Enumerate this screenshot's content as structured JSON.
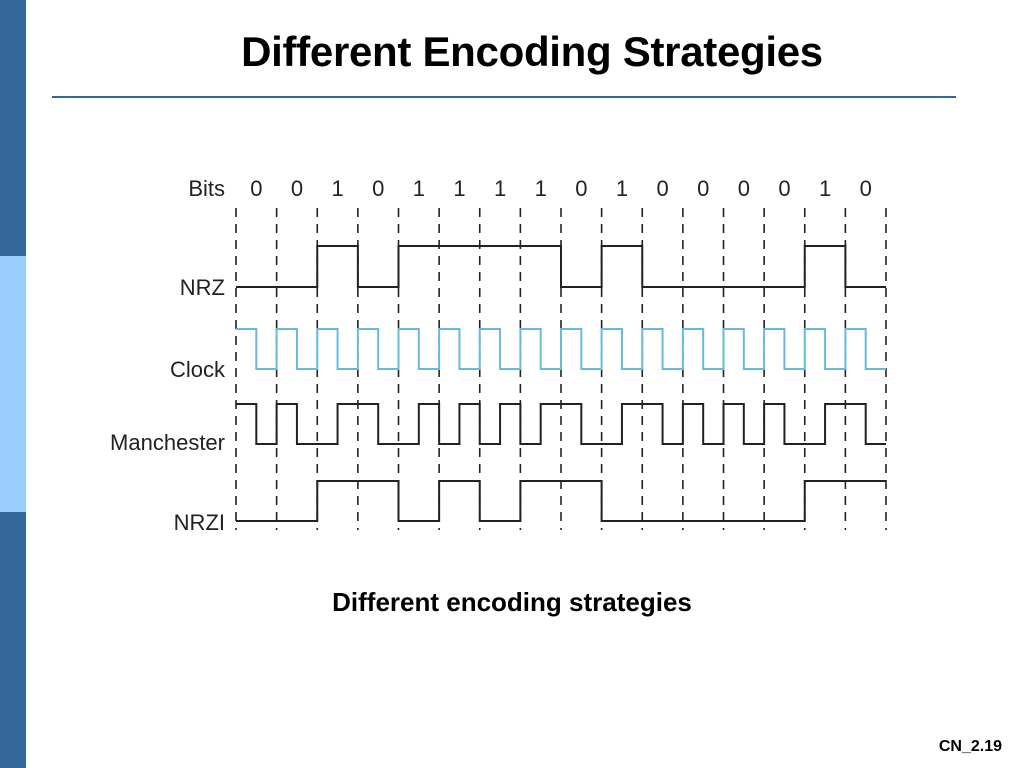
{
  "slide": {
    "title": "Different Encoding Strategies",
    "caption": "Different encoding strategies",
    "slide_number": "CN_2.19"
  },
  "diagram": {
    "bits_label": "Bits",
    "bits": [
      "0",
      "0",
      "1",
      "0",
      "1",
      "1",
      "1",
      "1",
      "0",
      "1",
      "0",
      "0",
      "0",
      "0",
      "1",
      "0"
    ],
    "signals": [
      {
        "name": "NRZ",
        "color": "#222222",
        "levels": [
          0,
          0,
          1,
          0,
          1,
          1,
          1,
          1,
          0,
          1,
          0,
          0,
          0,
          0,
          1,
          0
        ]
      },
      {
        "name": "Clock",
        "color": "#66bbdd"
      },
      {
        "name": "Manchester",
        "color": "#222222"
      },
      {
        "name": "NRZI",
        "color": "#222222",
        "levels": [
          0,
          0,
          1,
          1,
          0,
          1,
          0,
          1,
          1,
          0,
          0,
          0,
          0,
          0,
          1,
          1
        ]
      }
    ]
  },
  "colors": {
    "accent_dark": "#336699",
    "accent_light": "#99ccff",
    "dashed_lines": "#222222"
  }
}
